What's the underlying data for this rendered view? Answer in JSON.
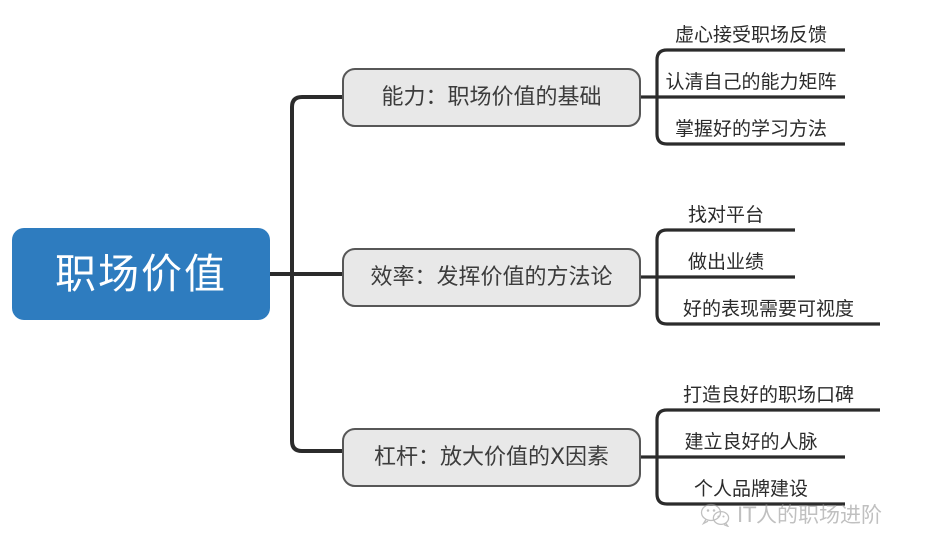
{
  "diagram": {
    "type": "mind-map",
    "title": "职场价值",
    "colors": {
      "root_fill": "#2E7CBF",
      "root_text": "#FFFFFF",
      "branch_fill": "#E8E8E8",
      "branch_border": "#575757",
      "branch_text": "#3C3C3C",
      "leaf_text": "#2B2B2B",
      "connector": "#2B2B2B",
      "background": "#FFFFFF",
      "watermark": "#9A9A9A"
    },
    "root": {
      "label": "职场价值"
    },
    "branches": [
      {
        "label": "能力：职场价值的基础",
        "leaves": [
          {
            "label": "虚心接受职场反馈"
          },
          {
            "label": "认清自己的能力矩阵"
          },
          {
            "label": "掌握好的学习方法"
          }
        ]
      },
      {
        "label": "效率：发挥价值的方法论",
        "leaves": [
          {
            "label": "找对平台"
          },
          {
            "label": "做出业绩"
          },
          {
            "label": "好的表现需要可视度"
          }
        ]
      },
      {
        "label": "杠杆：放大价值的X因素",
        "leaves": [
          {
            "label": "打造良好的职场口碑"
          },
          {
            "label": "建立良好的人脉"
          },
          {
            "label": "个人品牌建设"
          }
        ]
      }
    ]
  },
  "watermark": {
    "icon": "wechat-icon",
    "text": "IT人的职场进阶"
  }
}
